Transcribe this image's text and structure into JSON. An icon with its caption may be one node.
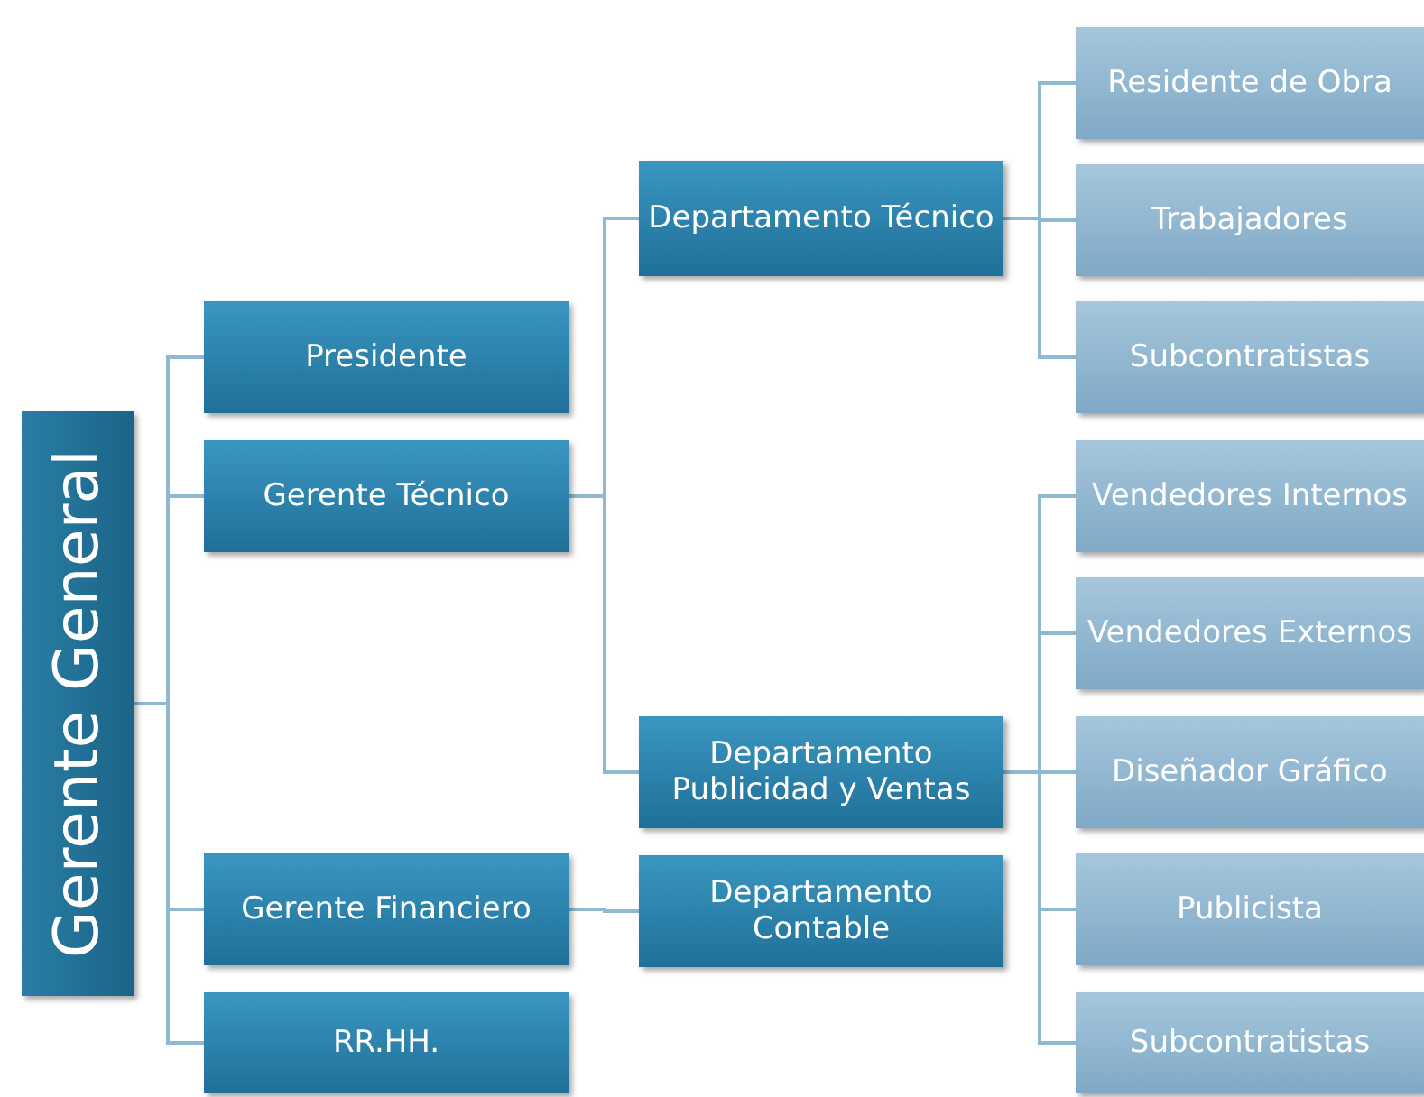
{
  "diagram": {
    "nodes": [
      {
        "text": [
          "Gerente General"
        ]
      },
      {
        "text": [
          "Presidente"
        ]
      },
      {
        "text": [
          "Gerente Técnico"
        ]
      },
      {
        "text": [
          "Departamento Técnico"
        ]
      },
      {
        "text": [
          "Residente de Obra"
        ]
      },
      {
        "text": [
          "Trabajadores"
        ]
      },
      {
        "text": [
          "Subcontratistas"
        ]
      },
      {
        "text": [
          "Departamento Publicidad y Ventas"
        ]
      },
      {
        "text": [
          "Vendedores Internos"
        ]
      },
      {
        "text": [
          "Vendedores Externos"
        ]
      },
      {
        "text": [
          "Diseñador Gráfico"
        ]
      },
      {
        "text": [
          "Publicista"
        ]
      },
      {
        "text": [
          "Subcontratistas"
        ]
      },
      {
        "text": [
          "Gerente Financiero"
        ]
      },
      {
        "text": [
          "Departamento Contable"
        ]
      },
      {
        "text": [
          "RR.HH."
        ]
      }
    ],
    "edges": [
      {
        "from": 0,
        "to": 1,
        "arrow": "none"
      },
      {
        "from": 0,
        "to": 2,
        "arrow": "none"
      },
      {
        "from": 0,
        "to": 13,
        "arrow": "none"
      },
      {
        "from": 0,
        "to": 15,
        "arrow": "none"
      },
      {
        "from": 2,
        "to": 3,
        "arrow": "none"
      },
      {
        "from": 2,
        "to": 7,
        "arrow": "none"
      },
      {
        "from": 3,
        "to": 4,
        "arrow": "none"
      },
      {
        "from": 3,
        "to": 5,
        "arrow": "none"
      },
      {
        "from": 3,
        "to": 6,
        "arrow": "none"
      },
      {
        "from": 7,
        "to": 8,
        "arrow": "none"
      },
      {
        "from": 7,
        "to": 9,
        "arrow": "none"
      },
      {
        "from": 7,
        "to": 10,
        "arrow": "none"
      },
      {
        "from": 7,
        "to": 11,
        "arrow": "none"
      },
      {
        "from": 7,
        "to": 12,
        "arrow": "none"
      },
      {
        "from": 13,
        "to": 14,
        "arrow": "none"
      }
    ]
  }
}
